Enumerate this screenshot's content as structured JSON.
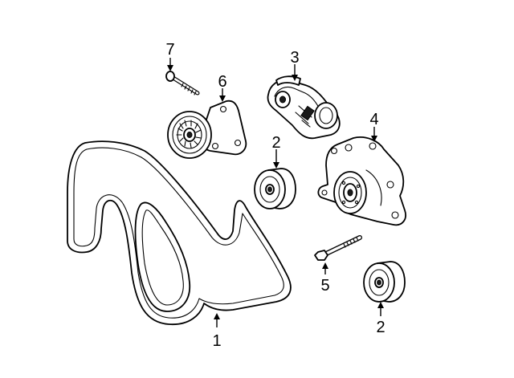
{
  "callouts": {
    "c1": "1",
    "c2a": "2",
    "c2b": "2",
    "c3": "3",
    "c4": "4",
    "c5": "5",
    "c6": "6",
    "c7": "7"
  },
  "colors": {
    "line": "#000000",
    "background": "#ffffff"
  }
}
